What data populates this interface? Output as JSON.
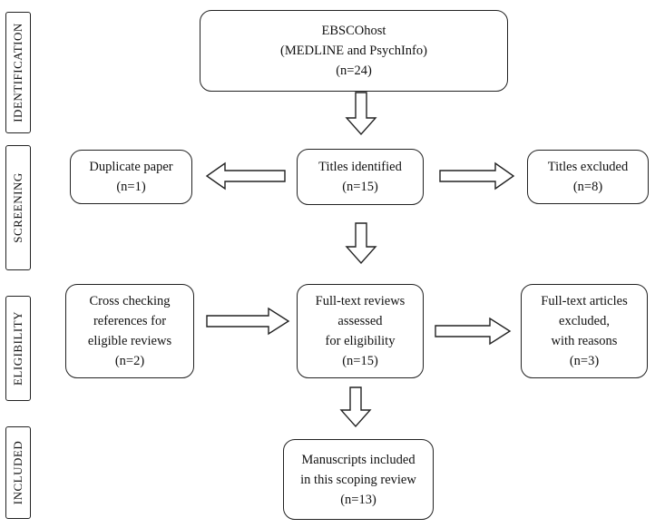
{
  "stages": {
    "identification": "IDENTIFICATION",
    "screening": "SCREENING",
    "eligibility": "ELIGIBILITY",
    "included": "INCLUDED"
  },
  "boxes": {
    "source": {
      "lines": [
        "EBSCOhost",
        "(MEDLINE and PsychInfo)",
        "(n=24)"
      ]
    },
    "duplicate": {
      "lines": [
        "Duplicate paper",
        "(n=1)"
      ]
    },
    "titles_identified": {
      "lines": [
        "Titles identified",
        "(n=15)"
      ]
    },
    "titles_excluded": {
      "lines": [
        "Titles excluded",
        "(n=8)"
      ]
    },
    "cross_checking": {
      "lines": [
        "Cross checking",
        "references for",
        "eligible reviews",
        "(n=2)"
      ]
    },
    "fulltext_assessed": {
      "lines": [
        "Full-text reviews",
        "assessed",
        "for eligibility",
        "(n=15)"
      ]
    },
    "fulltext_excluded": {
      "lines": [
        "Full-text articles",
        "excluded,",
        "with reasons",
        "(n=3)"
      ]
    },
    "included": {
      "lines": [
        "Manuscripts included",
        "in this scoping review",
        "(n=13)"
      ]
    }
  }
}
